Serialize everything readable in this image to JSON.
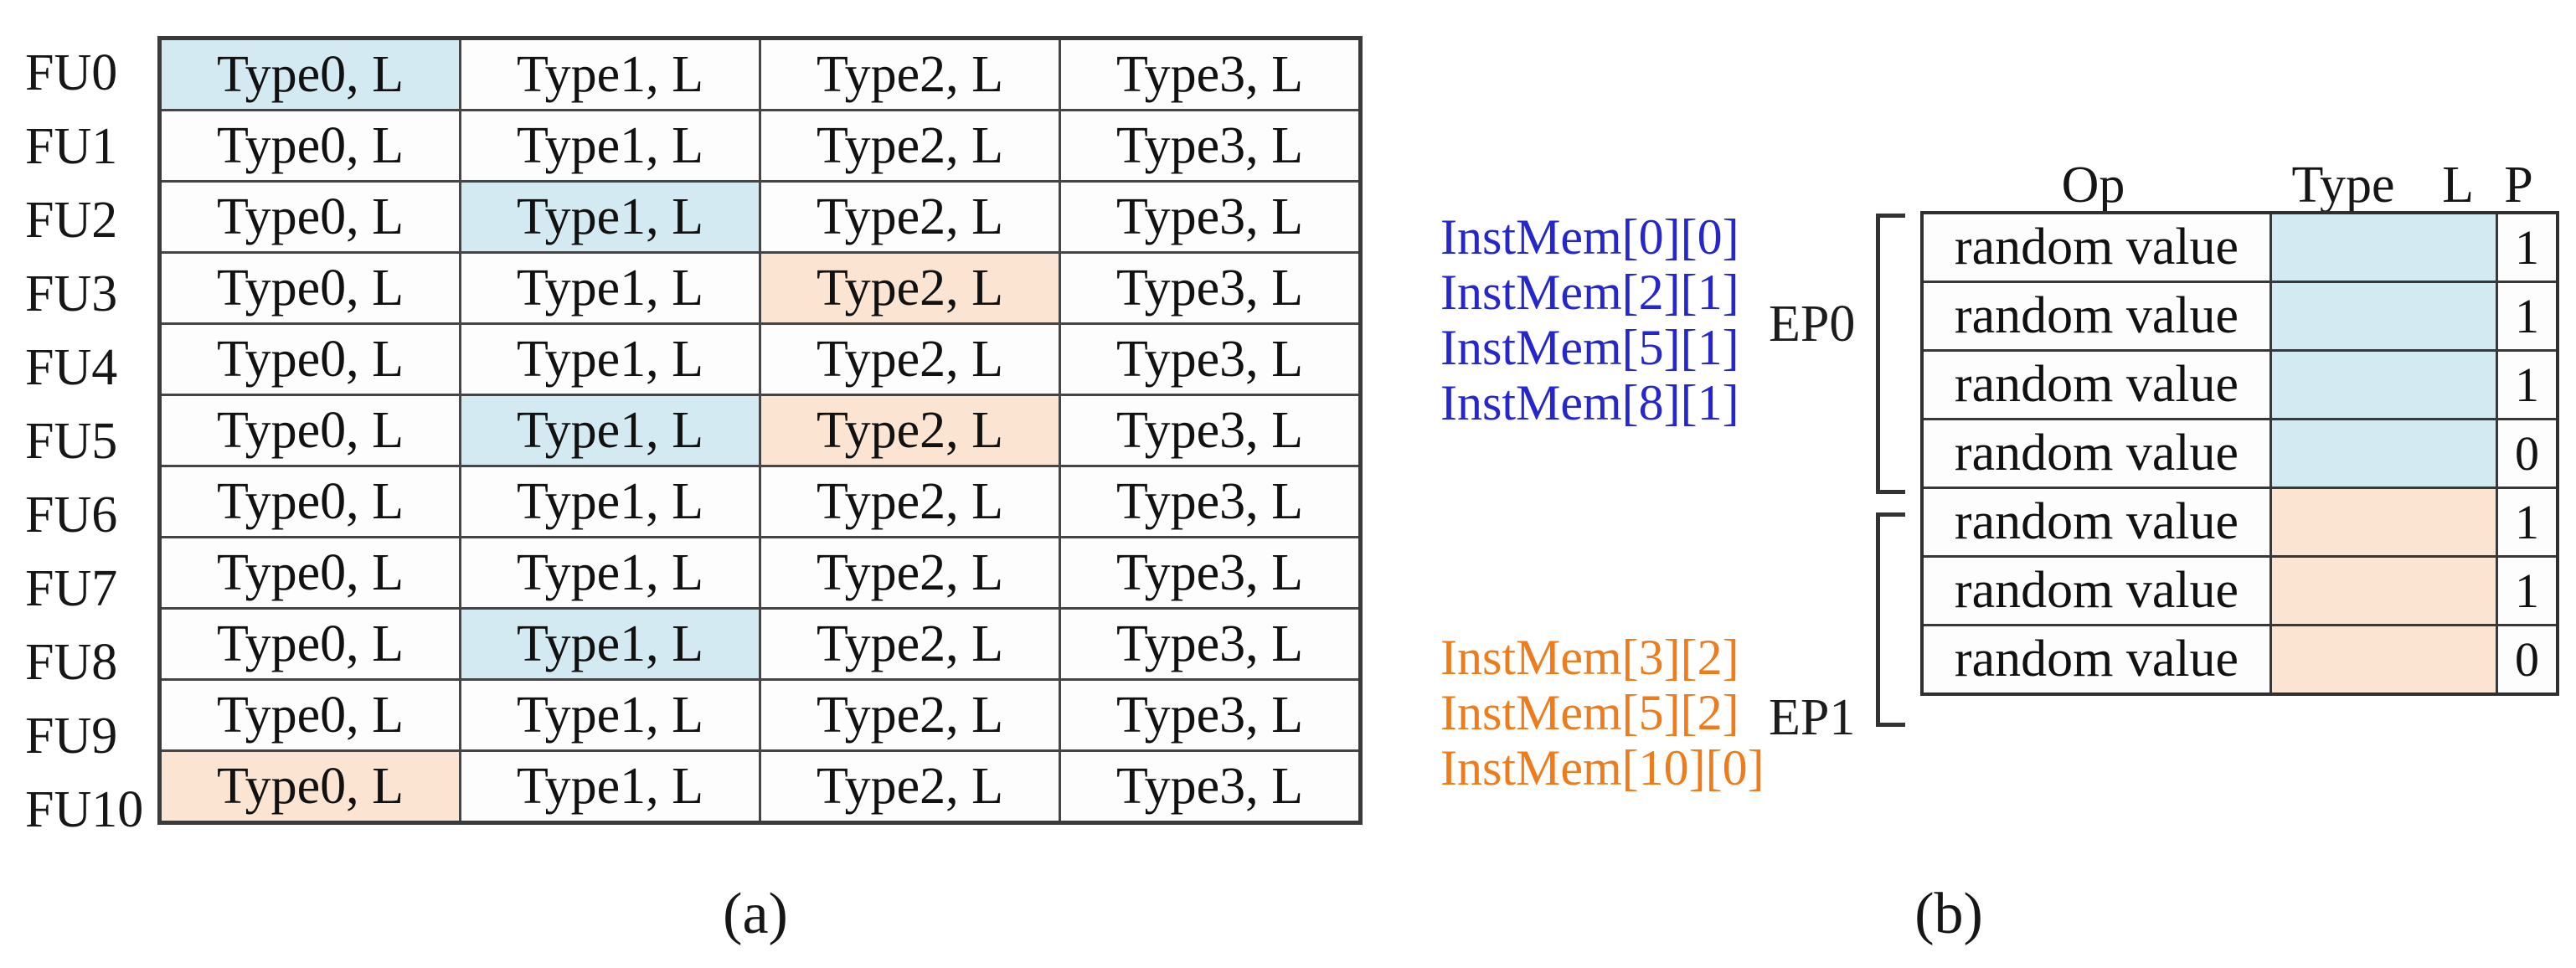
{
  "captions": {
    "a": "(a)",
    "b": "(b)"
  },
  "colors": {
    "blue_fill": "#d3eaf2",
    "orange_fill": "#fbe5d2",
    "blue_text": "#2626cd",
    "orange_text": "#ee7c1a"
  },
  "table_a": {
    "row_labels": [
      "FU0",
      "FU1",
      "FU2",
      "FU3",
      "FU4",
      "FU5",
      "FU6",
      "FU7",
      "FU8",
      "FU9",
      "FU10"
    ],
    "columns": [
      "Type0, L",
      "Type1, L",
      "Type2, L",
      "Type3, L"
    ],
    "fills": [
      [
        "fill-blue",
        "",
        "",
        ""
      ],
      [
        "",
        "",
        "",
        ""
      ],
      [
        "",
        "fill-blue",
        "",
        ""
      ],
      [
        "",
        "",
        "fill-orange",
        ""
      ],
      [
        "",
        "",
        "",
        ""
      ],
      [
        "",
        "fill-blue",
        "fill-orange",
        ""
      ],
      [
        "",
        "",
        "",
        ""
      ],
      [
        "",
        "",
        "",
        ""
      ],
      [
        "",
        "fill-blue",
        "",
        ""
      ],
      [
        "",
        "",
        "",
        ""
      ],
      [
        "fill-orange",
        "",
        "",
        ""
      ]
    ]
  },
  "inst_mem": {
    "ep0": {
      "name": "EP0",
      "labels": [
        "InstMem[0][0]",
        "InstMem[2][1]",
        "InstMem[5][1]",
        "InstMem[8][1]"
      ]
    },
    "ep1": {
      "name": "EP1",
      "labels": [
        "InstMem[3][2]",
        "InstMem[5][2]",
        "InstMem[10][0]"
      ]
    }
  },
  "table_b": {
    "headers": {
      "op": "Op",
      "type": "Type",
      "l": "L",
      "p": "P"
    },
    "rows": [
      {
        "op": "random value",
        "fill": "fill-blue",
        "p": "1"
      },
      {
        "op": "random value",
        "fill": "fill-blue",
        "p": "1"
      },
      {
        "op": "random value",
        "fill": "fill-blue",
        "p": "1"
      },
      {
        "op": "random value",
        "fill": "fill-blue",
        "p": "0"
      },
      {
        "op": "random value",
        "fill": "fill-orange",
        "p": "1"
      },
      {
        "op": "random value",
        "fill": "fill-orange",
        "p": "1"
      },
      {
        "op": "random value",
        "fill": "fill-orange",
        "p": "0"
      }
    ]
  }
}
